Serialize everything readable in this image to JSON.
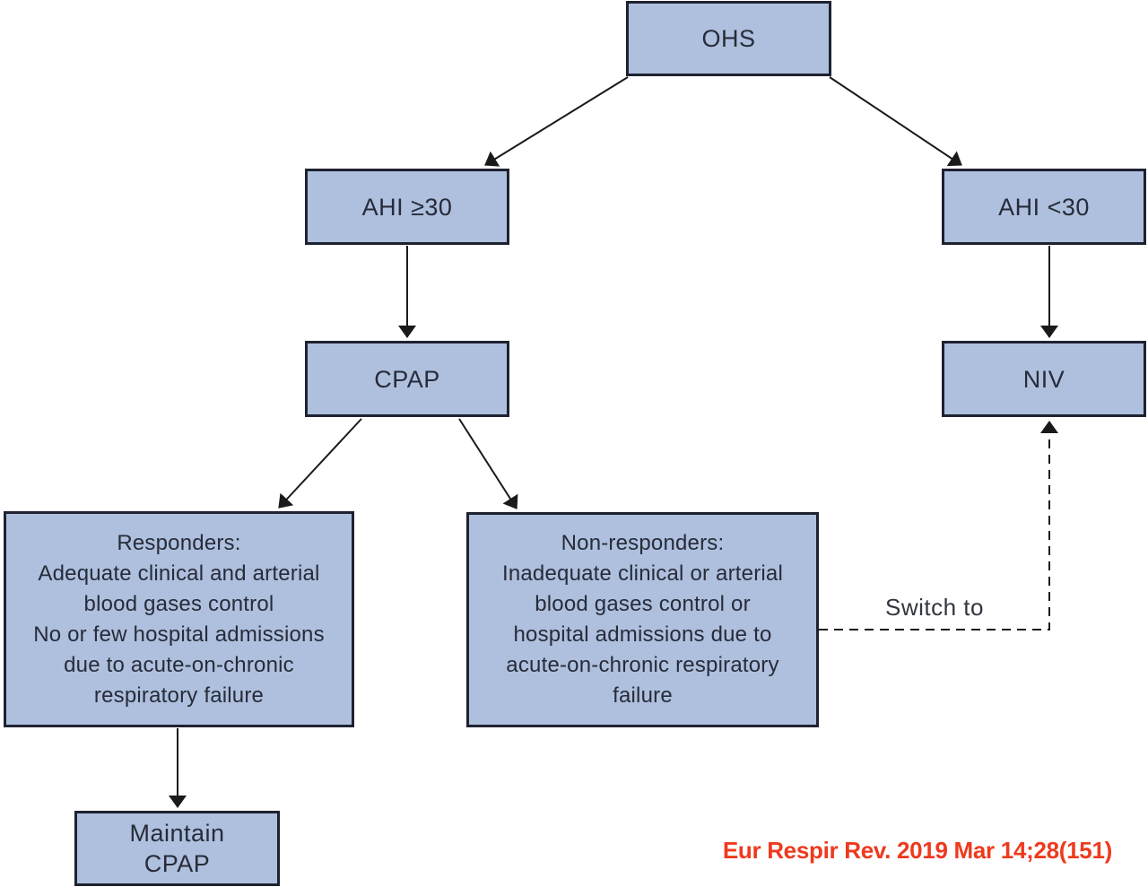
{
  "colors": {
    "node_fill": "#aec0dd",
    "node_border": "#1e2230",
    "node_text": "#272b3a",
    "line_color": "#1a1a1a",
    "citation_color": "#ee3a1e"
  },
  "flowchart": {
    "nodes": {
      "ohs": "OHS",
      "ahi_severe": "AHI ≥30",
      "ahi_mild": "AHI <30",
      "cpap": "CPAP",
      "niv": "NIV",
      "responders": "Responders:\nAdequate clinical and arterial\nblood gases control\nNo or few hospital admissions\ndue to acute-on-chronic\nrespiratory failure",
      "non_responders": "Non-responders:\nInadequate clinical or arterial\nblood gases control or\nhospital admissions due to\nacute-on-chronic respiratory\nfailure",
      "maintain_cpap": "Maintain\nCPAP"
    },
    "edges": [
      {
        "from": "ohs",
        "to": "ahi_severe",
        "style": "solid",
        "label": ""
      },
      {
        "from": "ohs",
        "to": "ahi_mild",
        "style": "solid",
        "label": ""
      },
      {
        "from": "ahi_severe",
        "to": "cpap",
        "style": "solid",
        "label": ""
      },
      {
        "from": "ahi_mild",
        "to": "niv",
        "style": "solid",
        "label": ""
      },
      {
        "from": "cpap",
        "to": "responders",
        "style": "solid",
        "label": ""
      },
      {
        "from": "cpap",
        "to": "non_responders",
        "style": "solid",
        "label": ""
      },
      {
        "from": "responders",
        "to": "maintain_cpap",
        "style": "solid",
        "label": ""
      },
      {
        "from": "non_responders",
        "to": "niv",
        "style": "dashed",
        "label": "Switch to"
      }
    ],
    "citation": "Eur Respir Rev. 2019 Mar 14;28(151)"
  }
}
